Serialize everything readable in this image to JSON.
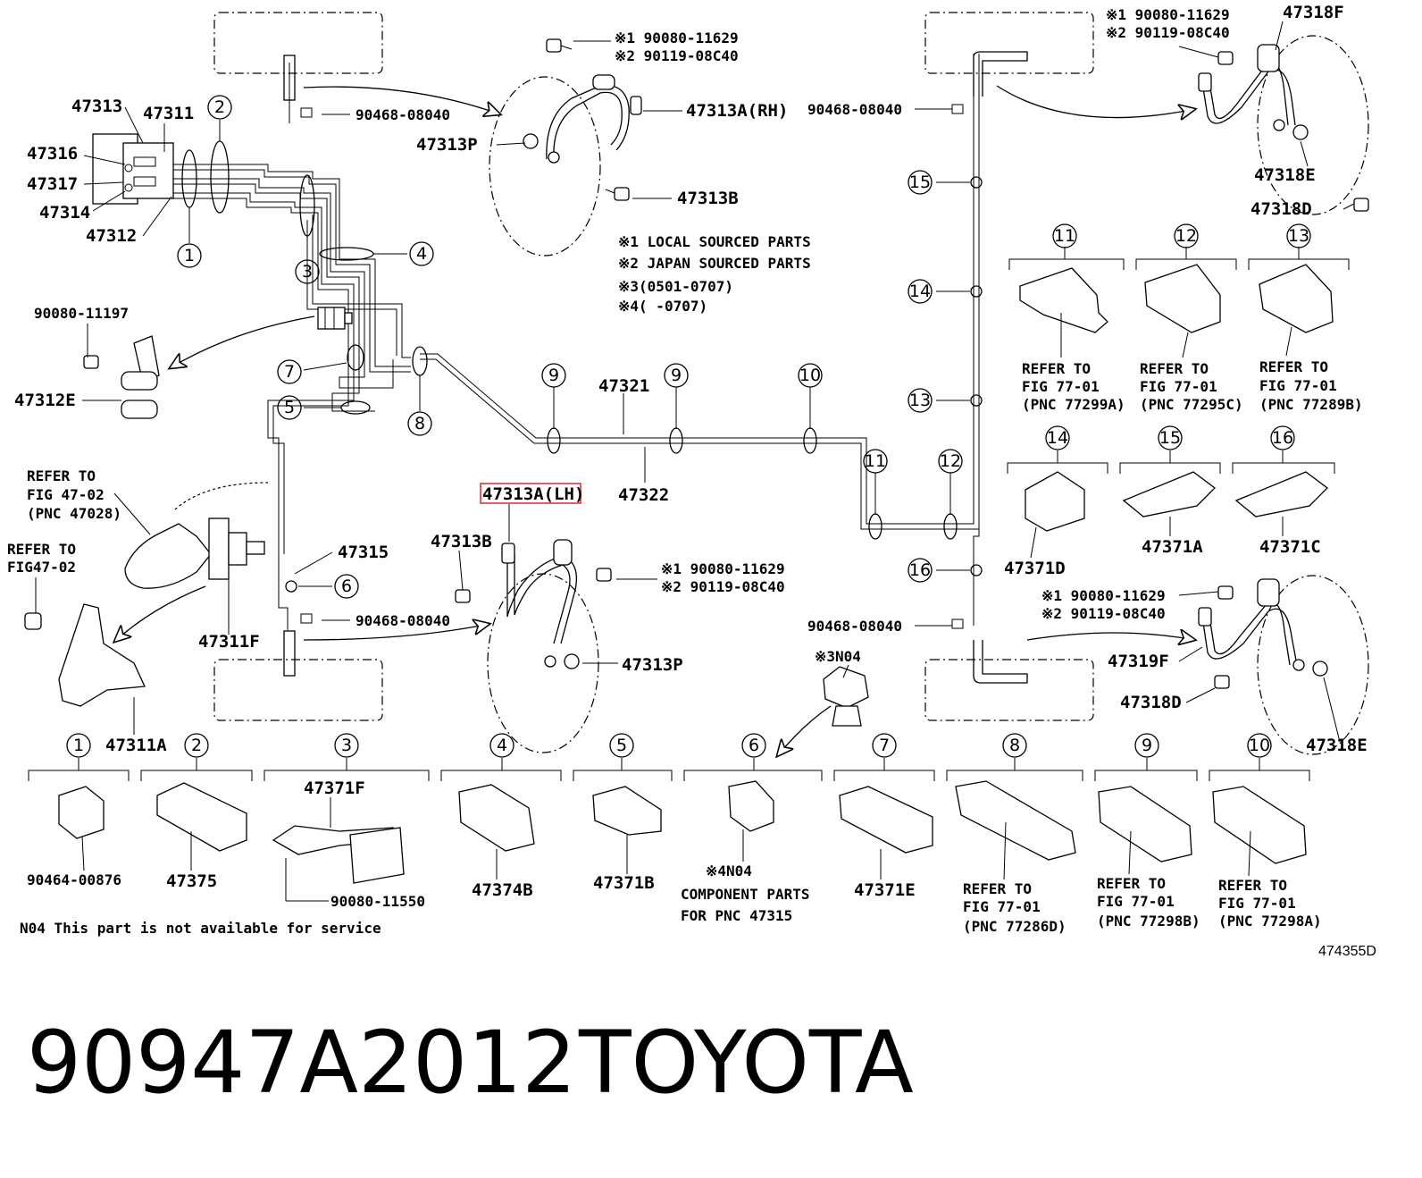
{
  "labels": {
    "p47313": "47313",
    "p47311": "47311",
    "p47316": "47316",
    "p47317": "47317",
    "p47314": "47314",
    "p47312": "47312",
    "p90080_11197": "90080-11197",
    "p47312E": "47312E",
    "refer_to_1": "REFER TO",
    "fig_47_02_a": "FIG 47-02",
    "pnc_47028": "(PNC 47028)",
    "refer_to_2": "REFER TO",
    "fig_47_02_b": "FIG47-02",
    "p47311A": "47311A",
    "p47311F": "47311F",
    "p47315": "47315",
    "p90468_08040_a": "90468-08040",
    "p90468_08040_b": "90468-08040",
    "p90468_08040_c": "90468-08040",
    "p90468_08040_d": "90468-08040",
    "x1_top": "※1 90080-11629",
    "x2_top": "※2 90119-08C40",
    "p47313A_RH": "47313A(RH)",
    "p47313P_a": "47313P",
    "p47313B_a": "47313B",
    "note1": "※1 LOCAL SOURCED PARTS",
    "note2": "※2 JAPAN SOURCED PARTS",
    "note3": "※3(0501-0707)",
    "note4": "※4(      -0707)",
    "p47321": "47321",
    "p47322": "47322",
    "p47313A_LH": "47313A(LH)",
    "p47313B_b": "47313B",
    "x1_mid": "※1 90080-11629",
    "x2_mid": "※2 90119-08C40",
    "p47313P_b": "47313P",
    "x1_tr": "※1 90080-11629",
    "x2_tr": "※2 90119-08C40",
    "p47318F": "47318F",
    "p47318E_a": "47318E",
    "p47318D_a": "47318D",
    "r11_refer": "REFER TO",
    "r11_fig": "FIG 77-01",
    "r11_pnc": "(PNC 77299A)",
    "r12_refer": "REFER TO",
    "r12_fig": "FIG 77-01",
    "r12_pnc": "(PNC 77295C)",
    "r13_refer": "REFER TO",
    "r13_fig": "FIG 77-01",
    "r13_pnc": "(PNC 77289B)",
    "p47371D": "47371D",
    "p47371A": "47371A",
    "p47371C": "47371C",
    "x1_br": "※1 90080-11629",
    "x2_br": "※2 90119-08C40",
    "p47319F": "47319F",
    "p47318D_b": "47318D",
    "p47318E_b": "47318E",
    "x3_n04": "※3N04",
    "b_90464_00876": "90464-00876",
    "b_47375": "47375",
    "b_47371F": "47371F",
    "b_90080_11550": "90080-11550",
    "b_47374B": "47374B",
    "b_47371B": "47371B",
    "x4_n04": "※4N04",
    "comp_parts": "COMPONENT PARTS",
    "for_pnc": "FOR PNC 47315",
    "b_47371E": "47371E",
    "r8_refer": "REFER TO",
    "r8_fig": "FIG 77-01",
    "r8_pnc": "(PNC 77286D)",
    "r9_refer": "REFER TO",
    "r9_fig": "FIG 77-01",
    "r9_pnc": "(PNC 77298B)",
    "r10_refer": "REFER TO",
    "r10_fig": "FIG 77-01",
    "r10_pnc": "(PNC 77298A)",
    "n04_note": "N04 This part is not available for service",
    "diagram_ref": "474355D"
  },
  "callouts": {
    "c1": "1",
    "c2": "2",
    "c3": "3",
    "c4": "4",
    "c5": "5",
    "c6": "6",
    "c7": "7",
    "c8": "8",
    "c9a": "9",
    "c9b": "9",
    "c10": "10",
    "c11": "11",
    "c12": "12",
    "c13": "13",
    "c14": "14",
    "c15": "15",
    "c16": "16",
    "r11": "11",
    "r12": "12",
    "r13": "13",
    "r14": "14",
    "r15": "15",
    "r16": "16",
    "b1": "1",
    "b2": "2",
    "b3": "3",
    "b4": "4",
    "b5": "5",
    "b6": "6",
    "b7": "7",
    "b8": "8",
    "b9": "9",
    "b10": "10"
  },
  "caption": {
    "part_number": "90947A2012",
    "brand": "TOYOTA"
  },
  "colors": {
    "highlight": "#e0333a",
    "ink": "#000000"
  }
}
